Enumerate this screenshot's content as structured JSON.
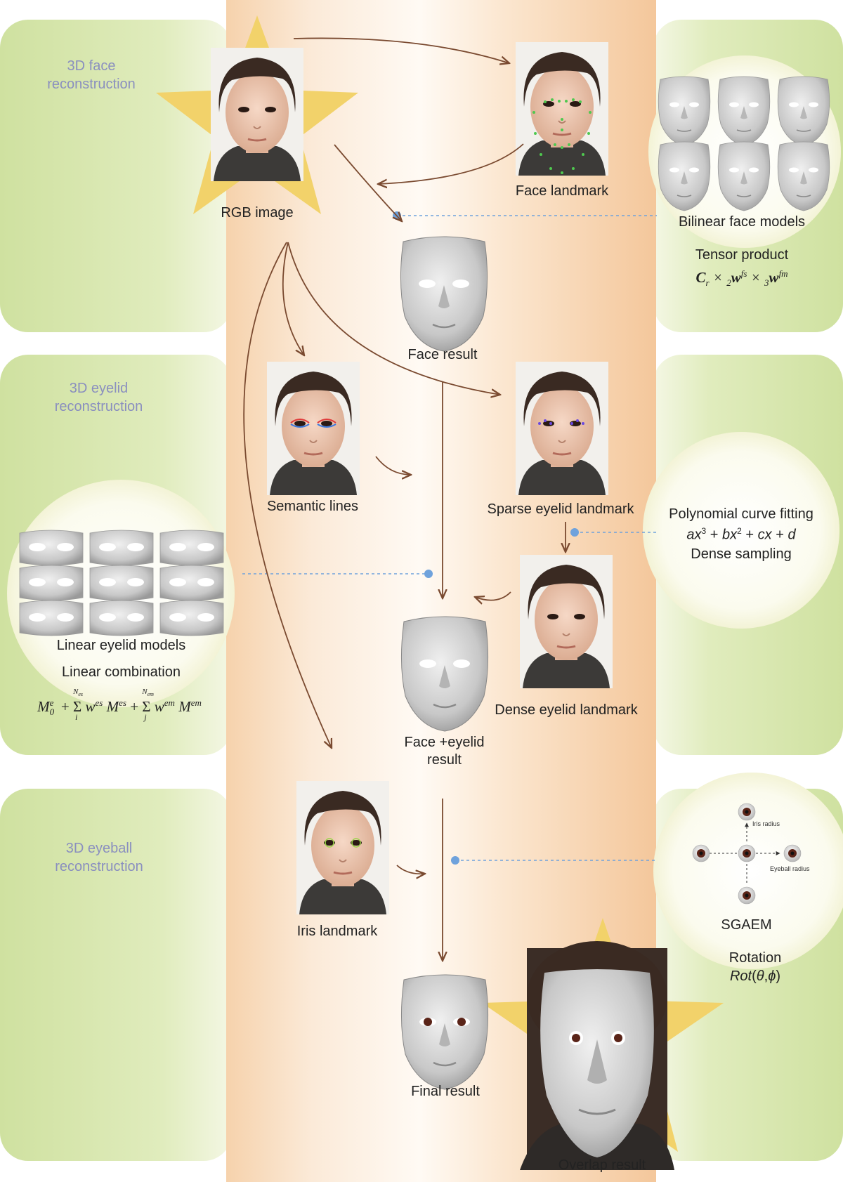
{
  "sections": {
    "face": "3D face reconstruction",
    "eyelid": "3D eyelid reconstruction",
    "eyeball": "3D eyeball reconstruction"
  },
  "labels": {
    "rgb_image": "RGB image",
    "face_landmark": "Face landmark",
    "bilinear_face_models": "Bilinear face models",
    "tensor_product": "Tensor product",
    "face_result": "Face result",
    "semantic_lines": "Semantic lines",
    "sparse_eyelid_landmark": "Sparse eyelid landmark",
    "polynomial_curve_fitting": "Polynomial curve fitting",
    "dense_sampling": "Dense sampling",
    "linear_eyelid_models": "Linear eyelid models",
    "linear_combination": "Linear combination",
    "dense_eyelid_landmark": "Dense eyelid landmark",
    "face_eyelid_result": "Face +eyelid result",
    "iris_landmark": "Iris landmark",
    "iris_radius": "Iris radius",
    "eyeball_radius": "Eyeball radius",
    "sgaem": "SGAEM",
    "rotation": "Rotation",
    "final_result": "Final result",
    "overlap_result": "Overlap result"
  },
  "formulas": {
    "tensor": "Cr × 2wfs × 3wfm",
    "polynomial": "ax3 + bx2 + cx + d",
    "linear": "M0e + Σi Nes wies Mies + Σj Nem wjem Mjem",
    "rotation": "Rot(θ,ϕ)"
  },
  "colors": {
    "panel_green": "#d9e8ad",
    "center_band": "#f3c9a0",
    "star_yellow": "#f2d26a",
    "arrow_brown": "#7a4a30",
    "dash_blue": "#6fa2dc",
    "section_text": "#8a8fbf"
  }
}
